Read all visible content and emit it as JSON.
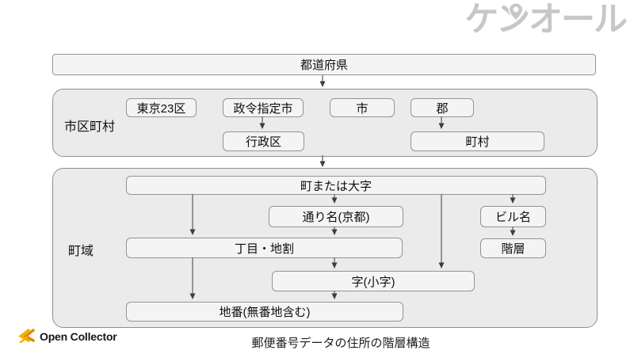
{
  "brand": {
    "kenall_logo": "ケンオール"
  },
  "diagram": {
    "title": "郵便番号データの住所の階層構造",
    "sections": {
      "municipality": "市区町村",
      "town_area": "町域"
    },
    "nodes": {
      "prefecture": "都道府県",
      "tokyo23": "東京23区",
      "designated_city": "政令指定市",
      "city": "市",
      "district": "郡",
      "administrative_ward": "行政区",
      "town_village": "町村",
      "town_or_oaza": "町または大字",
      "street_name": "通り名(京都)",
      "building_name": "ビル名",
      "chome_chiwari": "丁目・地割",
      "floor": "階層",
      "koaza": "字(小字)",
      "lot_number": "地番(無番地含む)"
    },
    "edges": [
      {
        "from": "prefecture",
        "to": "municipality-section"
      },
      {
        "from": "designated_city",
        "to": "administrative_ward"
      },
      {
        "from": "district",
        "to": "town_village"
      },
      {
        "from": "municipality-section",
        "to": "town_area-section"
      },
      {
        "from": "town_or_oaza",
        "to": "street_name"
      },
      {
        "from": "town_or_oaza",
        "to": "chome_chiwari"
      },
      {
        "from": "town_or_oaza",
        "to": "koaza"
      },
      {
        "from": "town_or_oaza",
        "to": "building_name"
      },
      {
        "from": "street_name",
        "to": "chome_chiwari"
      },
      {
        "from": "building_name",
        "to": "floor"
      },
      {
        "from": "chome_chiwari",
        "to": "koaza"
      },
      {
        "from": "chome_chiwari",
        "to": "lot_number"
      },
      {
        "from": "koaza",
        "to": "lot_number"
      }
    ]
  },
  "footer": {
    "brand": "Open Collector"
  },
  "colors": {
    "node_fill": "#f4f4f4",
    "section_fill": "#ebebeb",
    "border": "#949494",
    "arrow": "#4a4a4a",
    "logo_gray": "#c7c7c7",
    "oc_orange": "#e08a00",
    "oc_amber": "#f5b000"
  }
}
